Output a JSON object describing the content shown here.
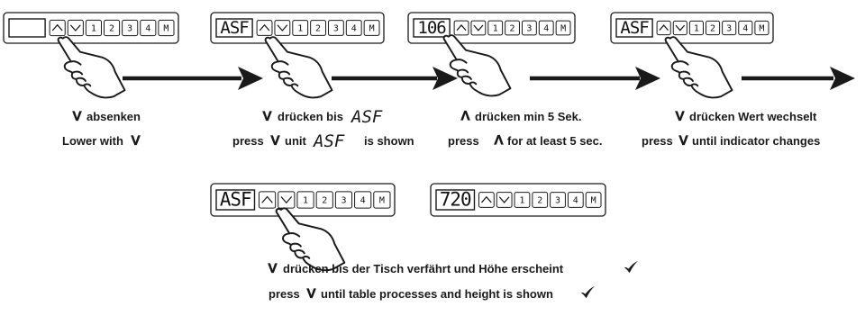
{
  "panels": [
    {
      "id": "p1",
      "display": "",
      "pressed": "down"
    },
    {
      "id": "p2",
      "display": "ASF",
      "pressed": "down"
    },
    {
      "id": "p3",
      "display": "106",
      "pressed": "up"
    },
    {
      "id": "p4",
      "display": "ASF",
      "pressed": "down"
    },
    {
      "id": "p5",
      "display": "ASF",
      "pressed": "down"
    },
    {
      "id": "p6",
      "display": "720",
      "pressed": ""
    }
  ],
  "keys": [
    "up",
    "down",
    "1",
    "2",
    "3",
    "4",
    "M"
  ],
  "steps": [
    {
      "de": "absenken",
      "en": "Lower with"
    },
    {
      "de_before": "drücken bis",
      "de_code": "ASF",
      "en_before": "press",
      "en_mid": "unit",
      "en_code": "ASF",
      "en_after": "is shown"
    },
    {
      "de": "drücken min 5 Sek.",
      "en_before": "press",
      "en_after": "for at least 5 sec."
    },
    {
      "de": "drücken Wert wechselt",
      "en_before": "press",
      "en_after": "until indicator changes"
    }
  ],
  "final": {
    "de": "drücken bis der Tisch verfährt und Höhe erscheint",
    "en_before": "press",
    "en_after": "until table processes and height is shown"
  },
  "colors": {
    "ink": "#1a1a1a",
    "panel_fill": "#ffffff"
  }
}
